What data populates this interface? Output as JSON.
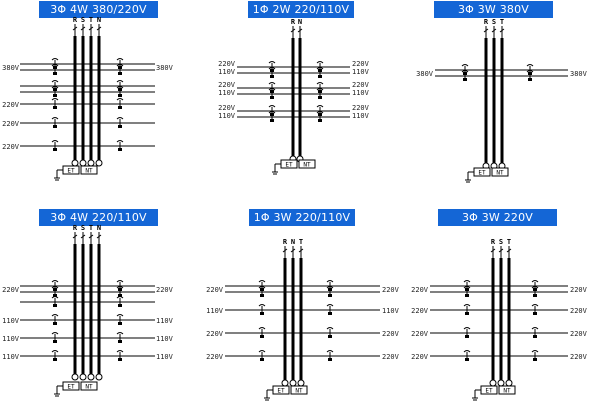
{
  "diagrams": [
    {
      "title": "3Φ 4W 380/220V",
      "phases": [
        "R",
        "S",
        "T",
        "N"
      ],
      "ground_labels": [
        "ET",
        "NT"
      ],
      "groups": [
        {
          "lines": 2,
          "left": "380V",
          "right": "380V"
        },
        {
          "lines": 2,
          "left": "",
          "right": ""
        },
        {
          "lines": 1,
          "left": "220V",
          "right": ""
        },
        {
          "lines": 1,
          "left": "220V",
          "right": ""
        },
        {
          "lines": 1,
          "left": "220V",
          "right": ""
        }
      ]
    },
    {
      "title": "1Φ 2W 220/110V",
      "phases": [
        "R",
        "N"
      ],
      "ground_labels": [
        "ET",
        "NT"
      ],
      "groups": [
        {
          "lines": 2,
          "left": "220V",
          "left2": "110V",
          "right": "220V",
          "right2": "110V"
        },
        {
          "lines": 2,
          "left": "220V",
          "left2": "110V",
          "right": "220V",
          "right2": "110V"
        },
        {
          "lines": 2,
          "left": "220V",
          "left2": "110V",
          "right": "220V",
          "right2": "110V"
        }
      ]
    },
    {
      "title": "3Φ 3W 380V",
      "phases": [
        "R",
        "S",
        "T"
      ],
      "ground_labels": [
        "ET",
        "NT"
      ],
      "groups": [
        {
          "lines": 2,
          "left": "380V",
          "right": "380V"
        }
      ]
    },
    {
      "title": "3Φ 4W 220/110V",
      "phases": [
        "R",
        "S",
        "T",
        "N"
      ],
      "ground_labels": [
        "ET",
        "NT"
      ],
      "groups": [
        {
          "lines": 2,
          "left": "220V",
          "right": "220V"
        },
        {
          "lines": 1,
          "left": "",
          "right": ""
        },
        {
          "lines": 1,
          "left": "110V",
          "right": "110V"
        },
        {
          "lines": 1,
          "left": "110V",
          "right": "110V"
        },
        {
          "lines": 1,
          "left": "110V",
          "right": "110V"
        }
      ]
    },
    {
      "title": "1Φ 3W 220/110V",
      "phases": [
        "R",
        "N",
        "T"
      ],
      "ground_labels": [
        "ET",
        "NT"
      ],
      "groups": [
        {
          "lines": 2,
          "left": "220V",
          "right": "220V"
        },
        {
          "lines": 1,
          "left": "110V",
          "right": "110V"
        },
        {
          "lines": 1,
          "left": "220V",
          "right": "220V"
        },
        {
          "lines": 1,
          "left": "220V",
          "right": "220V"
        }
      ]
    },
    {
      "title": "3Φ 3W 220V",
      "phases": [
        "R",
        "S",
        "T"
      ],
      "ground_labels": [
        "ET",
        "NT"
      ],
      "groups": [
        {
          "lines": 2,
          "left": "220V",
          "right": "220V"
        },
        {
          "lines": 1,
          "left": "220V",
          "right": "220V"
        },
        {
          "lines": 1,
          "left": "220V",
          "right": "220V"
        },
        {
          "lines": 1,
          "left": "220V",
          "right": "220V"
        }
      ]
    }
  ],
  "colors": {
    "title_bg": "#1466d6",
    "title_fg": "#ffffff",
    "line": "#000000"
  }
}
